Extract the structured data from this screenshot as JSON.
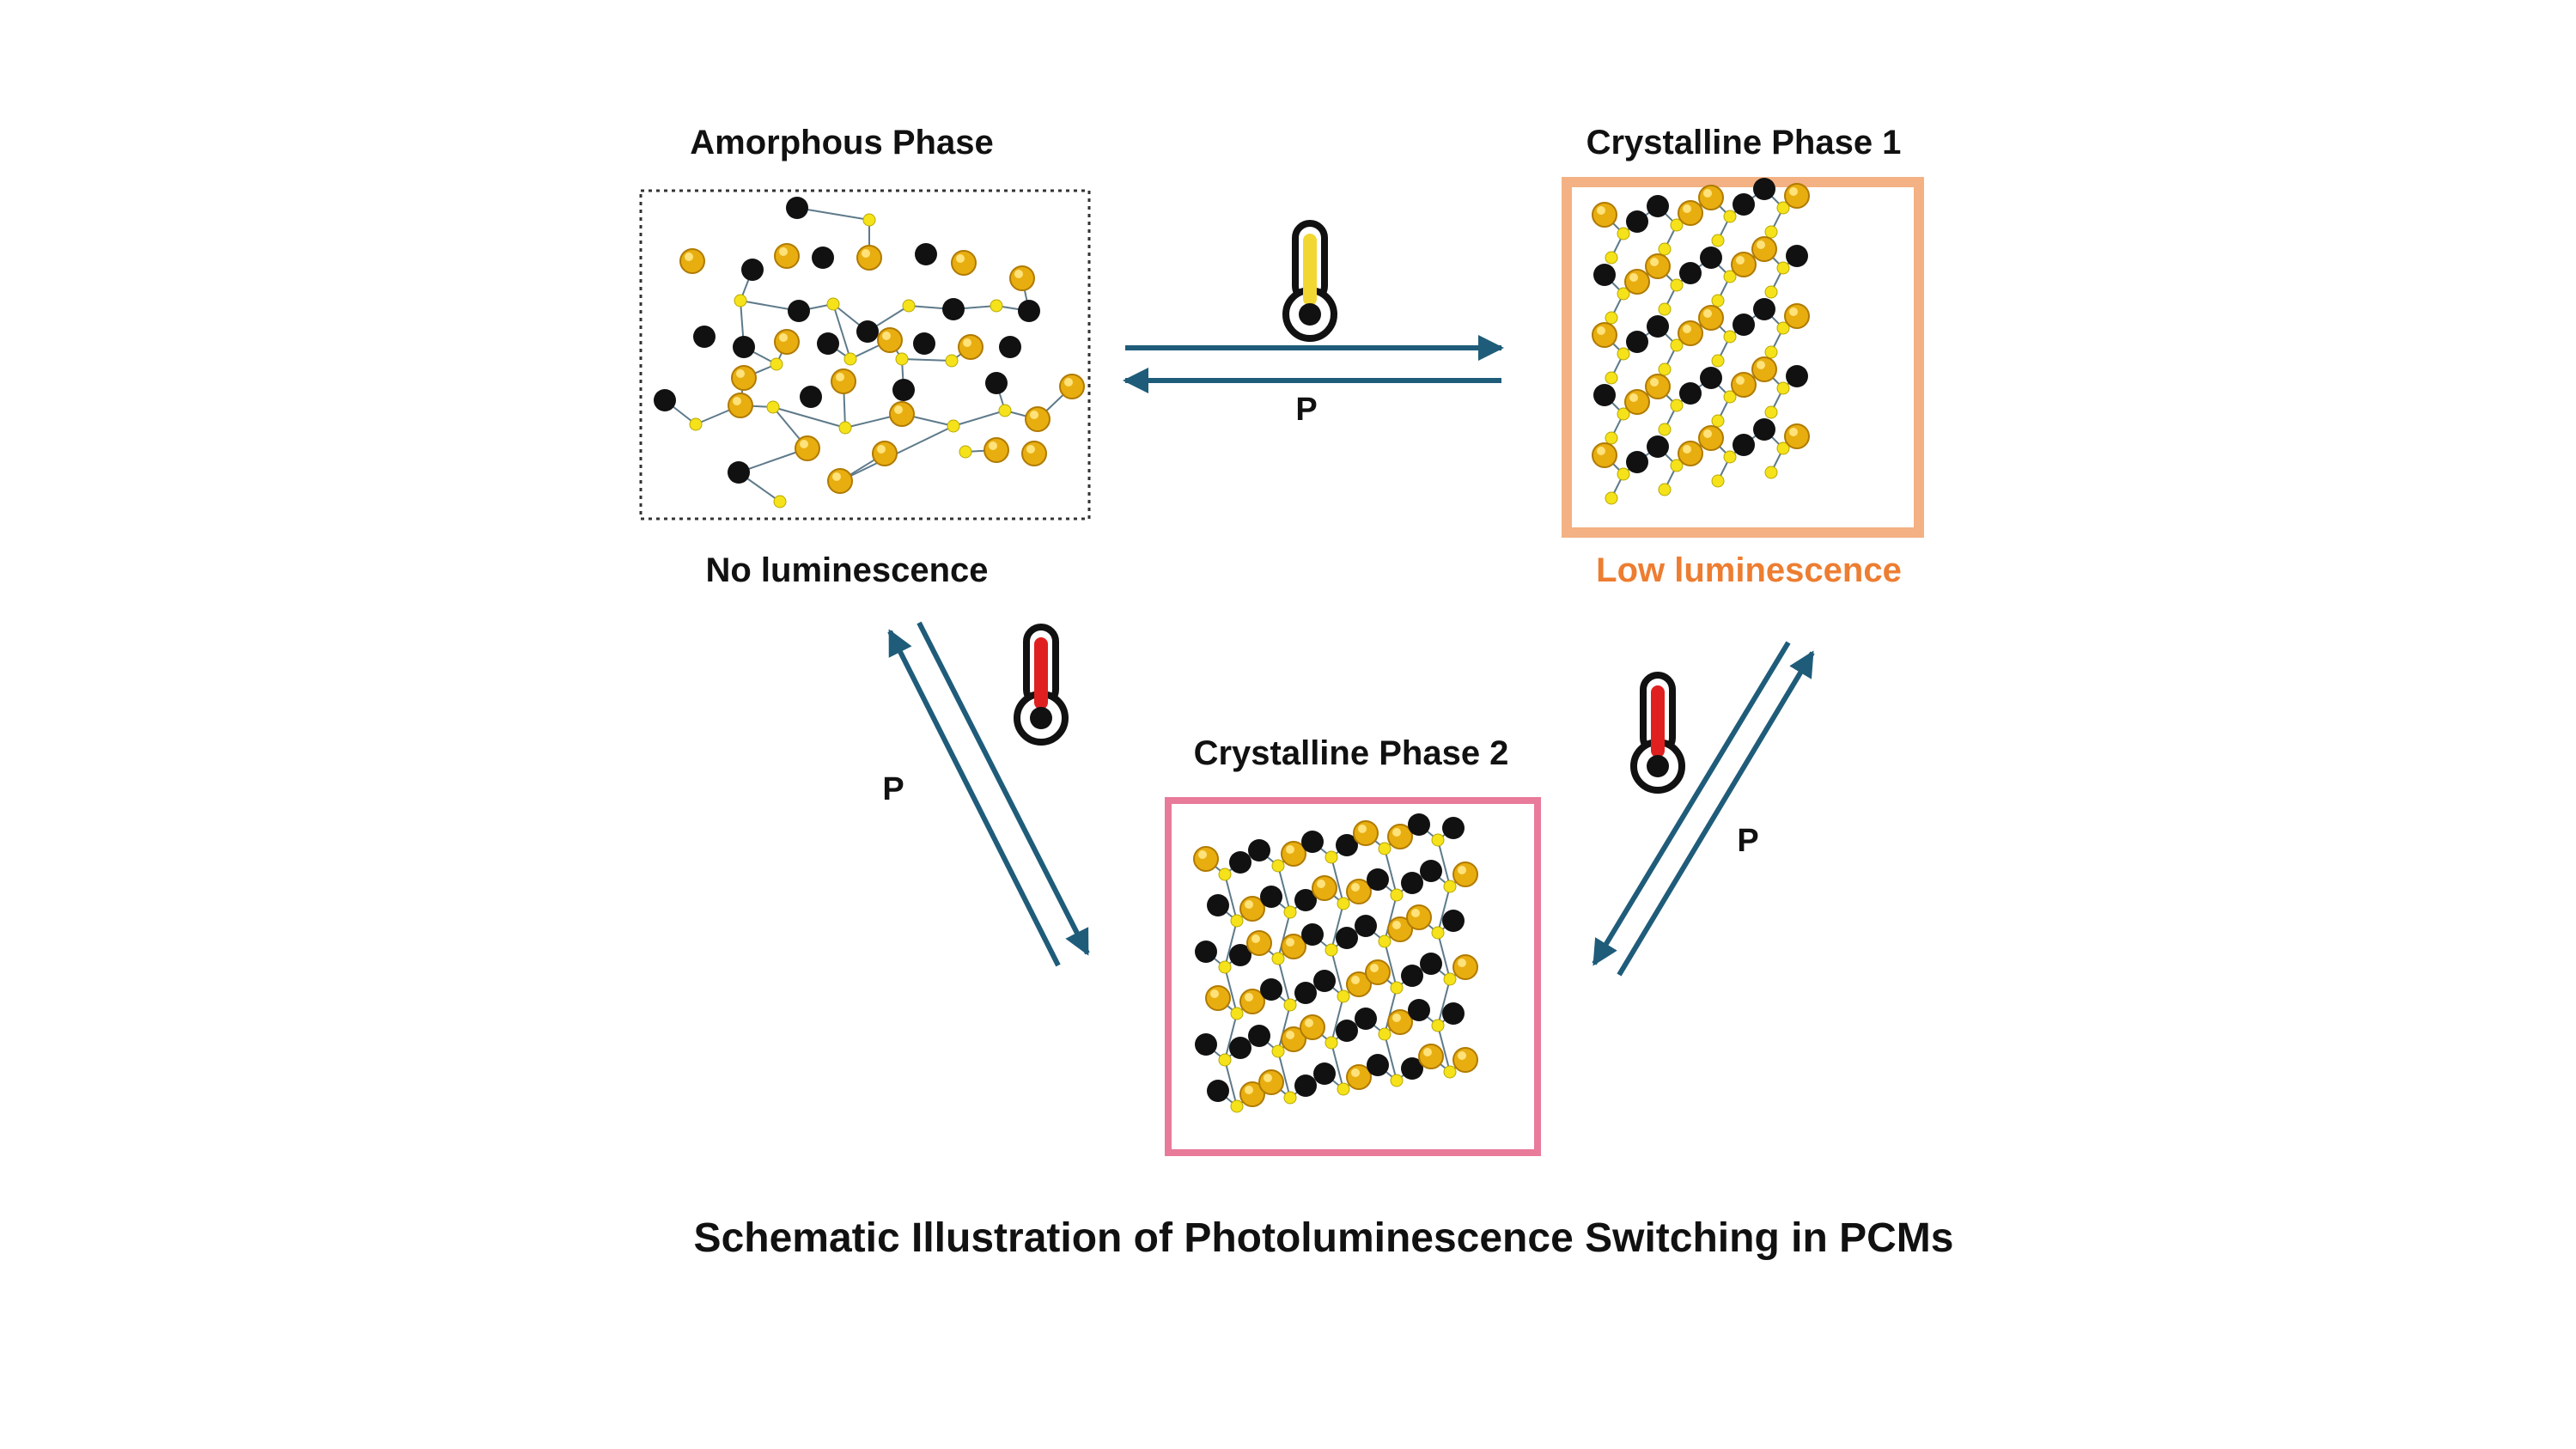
{
  "phases": {
    "amorphous": {
      "title": "Amorphous Phase",
      "luminescence": "No luminescence",
      "luminescence_color": "#111111",
      "frame_color": "#333333",
      "frame_style": "dotted"
    },
    "crystalline1": {
      "title": "Crystalline Phase 1",
      "luminescence": "Low luminescence",
      "luminescence_color": "#ED7D31",
      "frame_color": "#F4B183",
      "frame_style": "solid"
    },
    "crystalline2": {
      "title": "Crystalline Phase 2",
      "frame_color": "#E87A9A",
      "frame_style": "solid"
    }
  },
  "transitions": {
    "top": {
      "pressure_label": "P",
      "thermometer_fill": "#F2D632"
    },
    "left": {
      "pressure_label": "P",
      "thermometer_fill": "#E02020"
    },
    "right": {
      "pressure_label": "P",
      "thermometer_fill": "#E02020"
    }
  },
  "arrow_color": "#1F5C7A",
  "atom_colors": {
    "large_gold": "#E8AE10",
    "small_yellow": "#F5E21A",
    "dark": "#111111",
    "bond": "#5E7A8A"
  },
  "caption": "Schematic Illustration of Photoluminescence Switching in PCMs"
}
